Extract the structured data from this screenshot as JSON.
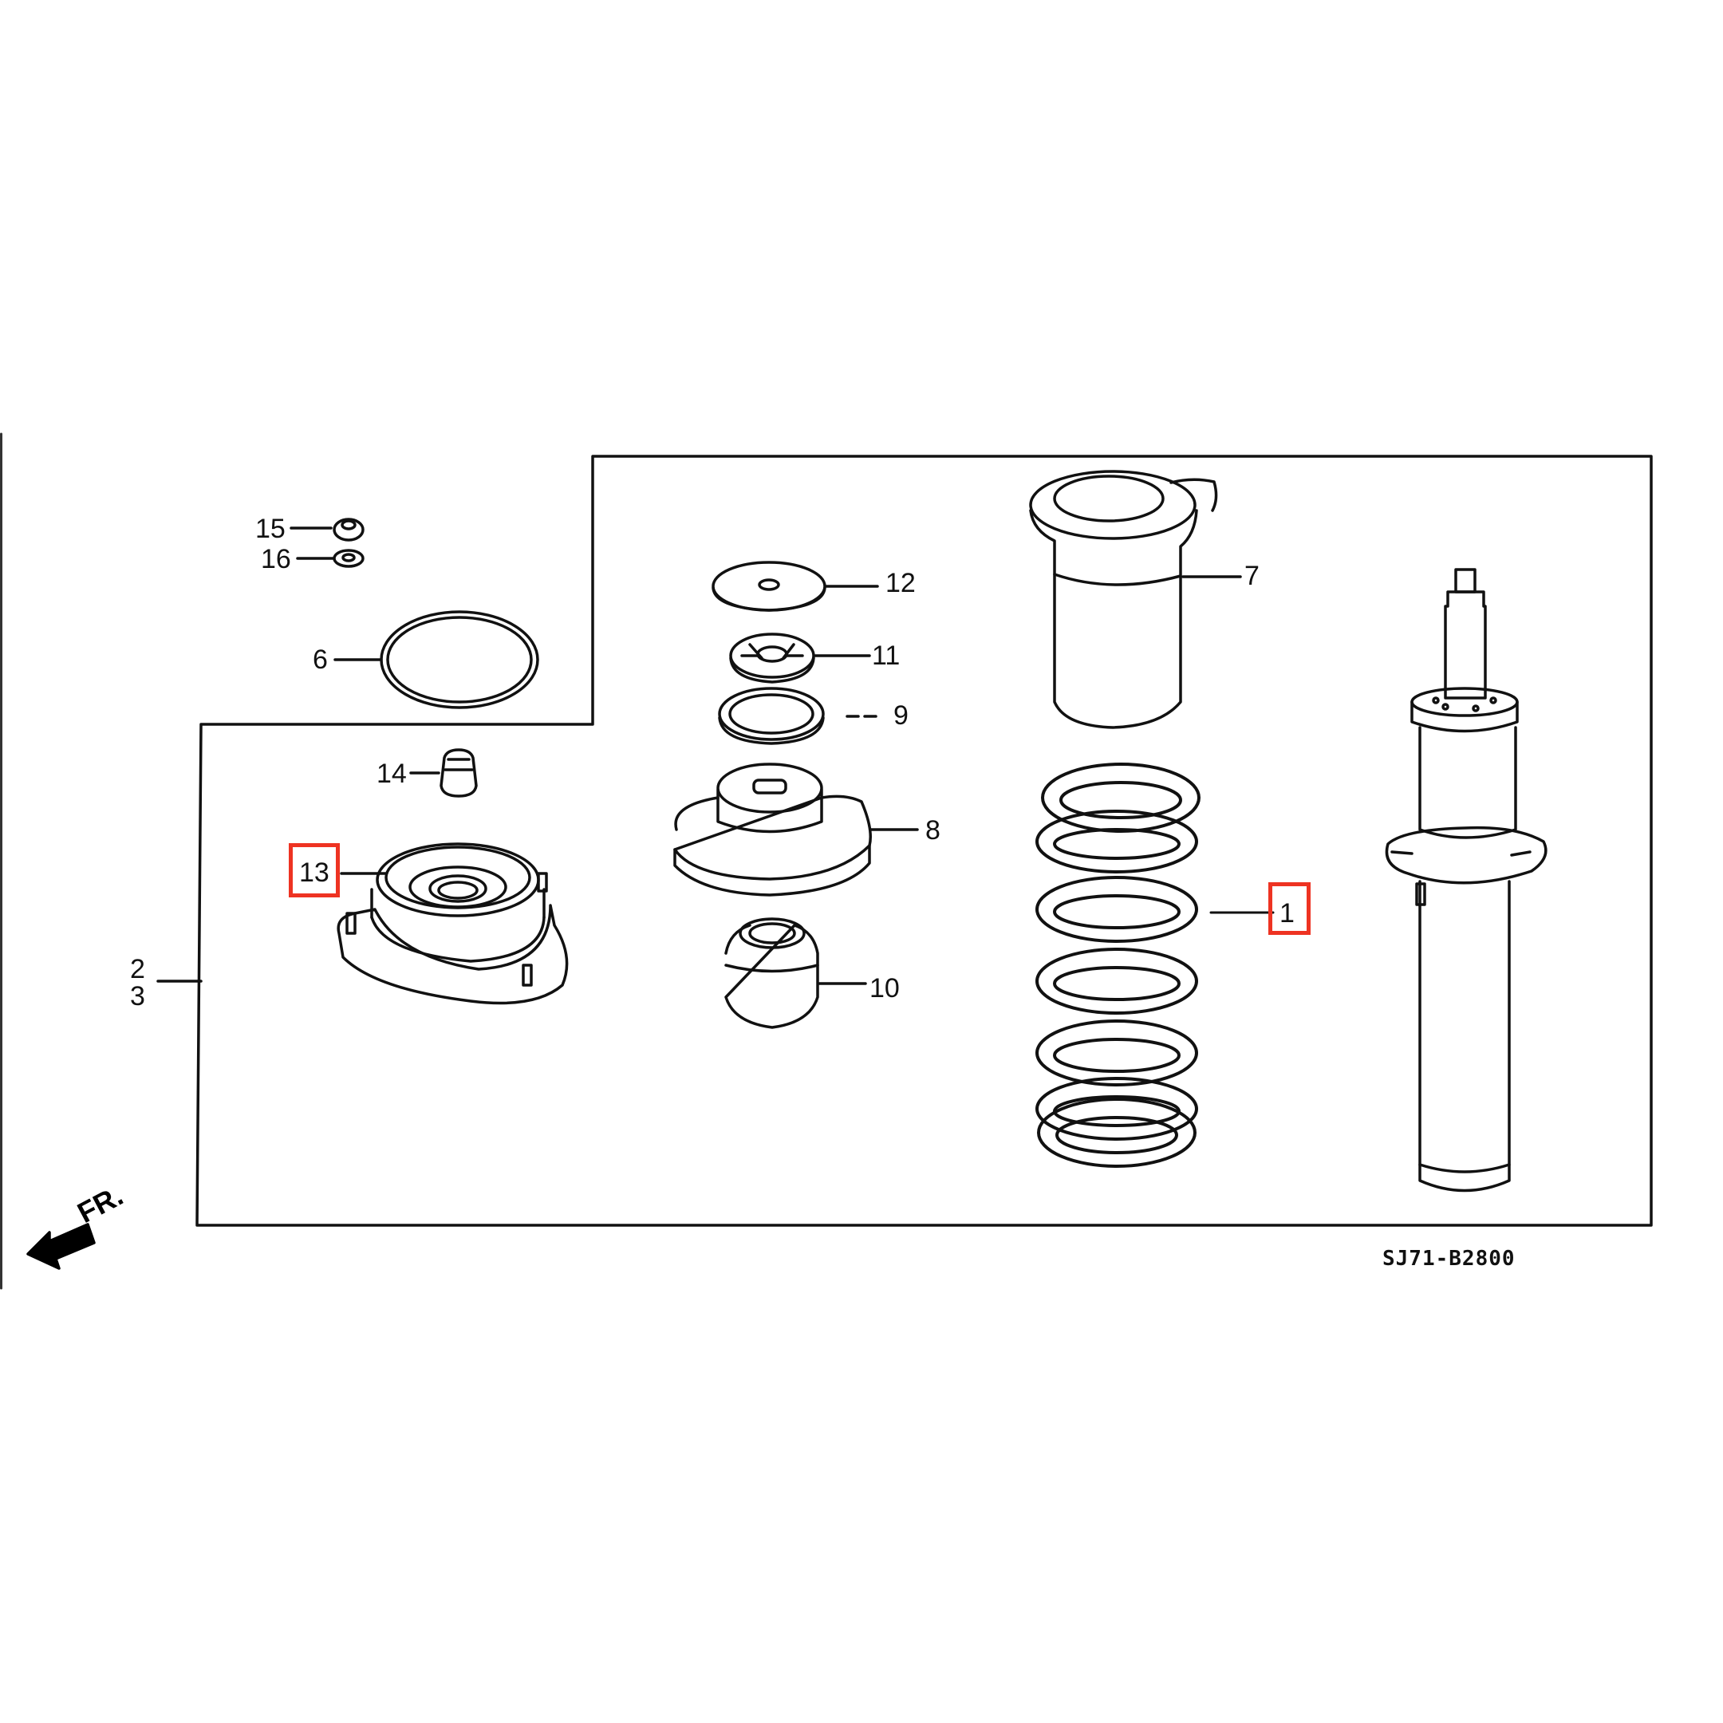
{
  "diagram": {
    "title": "Front suspension strut exploded parts diagram",
    "diagram_code": "SJ71-B2800",
    "direction_indicator": "FR.",
    "highlight_color": "#ee3322",
    "line_color": "#111111",
    "parts": [
      {
        "callout": "1",
        "name": "coil-spring",
        "highlighted": true
      },
      {
        "callout": "2",
        "name": "strut-assembly-group"
      },
      {
        "callout": "3",
        "name": "strut-assembly-group"
      },
      {
        "callout": "6",
        "name": "o-ring-seal"
      },
      {
        "callout": "7",
        "name": "dust-boot"
      },
      {
        "callout": "8",
        "name": "upper-spring-seat"
      },
      {
        "callout": "9",
        "name": "bearing-ring"
      },
      {
        "callout": "10",
        "name": "bump-stop"
      },
      {
        "callout": "11",
        "name": "rubber-mount"
      },
      {
        "callout": "12",
        "name": "washer-plate"
      },
      {
        "callout": "13",
        "name": "strut-mount",
        "highlighted": true
      },
      {
        "callout": "14",
        "name": "self-locking-nut"
      },
      {
        "callout": "15",
        "name": "flange-nut"
      },
      {
        "callout": "16",
        "name": "washer"
      }
    ],
    "labels": {
      "l1": "1",
      "l2": "2",
      "l3": "3",
      "l6": "6",
      "l7": "7",
      "l8": "8",
      "l9": "9",
      "l10": "10",
      "l11": "11",
      "l12": "12",
      "l13": "13",
      "l14": "14",
      "l15": "15",
      "l16": "16"
    }
  }
}
